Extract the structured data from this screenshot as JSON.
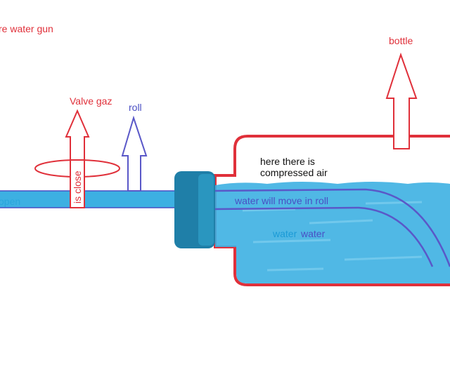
{
  "labels": {
    "title": "re water gun",
    "bottle": "bottle",
    "valve_gaz": "Valve gaz",
    "roll": "roll",
    "is_close": "is close",
    "open": "open",
    "compressed_air": [
      "here there is",
      "compressed air"
    ],
    "water_move": "water will move in roll",
    "water_water": [
      "water",
      "water"
    ]
  },
  "colors": {
    "red": "#e0303a",
    "blue": "#4a4fc4",
    "water": "#2aa6dc",
    "cap": "#1f7fa8"
  }
}
